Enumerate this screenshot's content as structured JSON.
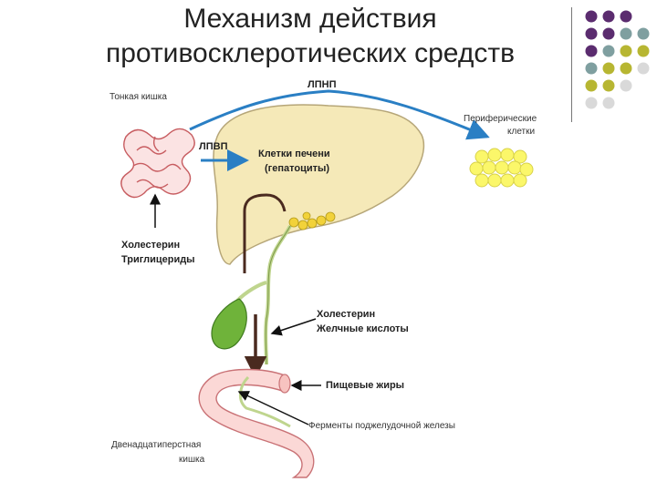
{
  "title": {
    "line1": "Механизм действия",
    "line2": "противосклеротических средств"
  },
  "dot_colors": {
    "purple": "#5b2c6f",
    "teal": "#7f9fa0",
    "olive": "#b7b632",
    "gray": "#d9d9d9"
  },
  "labels": {
    "small_intestine": "Тонкая кишка",
    "ldl": "ЛПНП",
    "peripheral_cells_1": "Периферические",
    "peripheral_cells_2": "клетки",
    "hdl": "ЛПВП",
    "liver_cells_1": "Клетки печени",
    "liver_cells_2": "(гепатоциты)",
    "cholesterol_1": "Холестерин",
    "triglycerides": "Триглицериды",
    "cholesterol_2": "Холестерин",
    "bile_acids": "Желчные кислоты",
    "dietary_fats": "Пищевые жиры",
    "pancreatic_enzymes": "Ферменты поджелудочной железы",
    "duodenum_1": "Двенадцатиперстная",
    "duodenum_2": "кишка"
  }
}
